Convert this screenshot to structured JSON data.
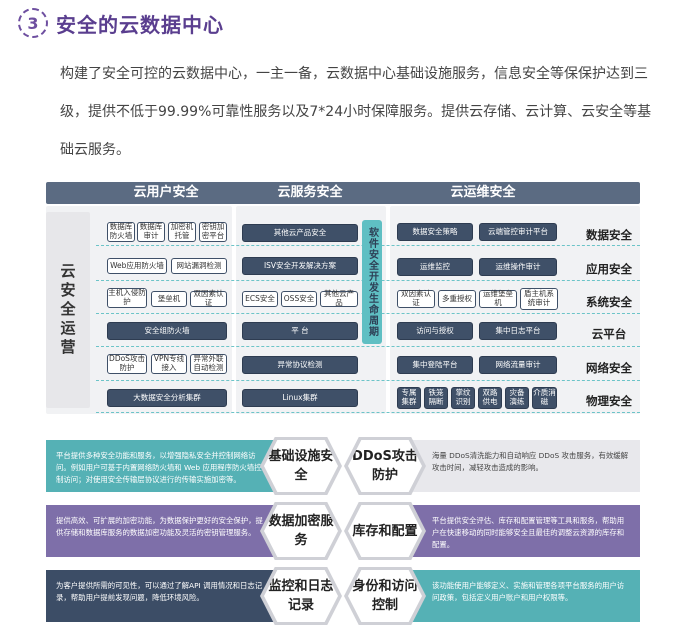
{
  "section": {
    "number": "3",
    "title": "安全的云数据中心",
    "paragraph": "构建了安全可控的云数据中心，一主一备，云数据中心基础设施服务，信息安全等保保护达到三级，提供不低于99.99%可靠性服务以及7*24小时保障服务。提供云存储、云计算、云安全等基础云服务。"
  },
  "diagram": {
    "columns": [
      "云用户安全",
      "云服务安全",
      "云运维安全"
    ],
    "side_label": "云安全运营",
    "vertical_label": "软件安全开发生命周期",
    "user_security": {
      "r1": [
        "数据库防火墙",
        "数据库审计",
        "加密机托管",
        "密钥加密平台"
      ],
      "r2": [
        "Web应用防火墙",
        "网站漏洞检测"
      ],
      "r3": [
        "主机入侵防护",
        "堡垒机",
        "双因素认证"
      ],
      "r4": [
        "安全组防火墙"
      ],
      "r5": [
        "DDoS攻击防护",
        "VPN专线接入",
        "异常外联自动检测"
      ],
      "r6": [
        "大数据安全分析集群"
      ]
    },
    "service_security": {
      "r1": [
        "其他云产品安全"
      ],
      "r2": [
        "ISV安全开发解决方案"
      ],
      "r3": [
        "ECS安全",
        "OSS安全",
        "其他云产品"
      ],
      "r4": [
        "平 台"
      ],
      "r5": [
        "异常协议检测"
      ],
      "r6": [
        "Linux集群"
      ]
    },
    "ops_security": {
      "r1": [
        "数据安全策略",
        "云端管控审计平台"
      ],
      "r2": [
        "运维监控",
        "运维操作审计"
      ],
      "r3": [
        "双因素认证",
        "多重授权",
        "运维堡垒机",
        "盾主机系统审计"
      ],
      "r4": [
        "访问与授权",
        "集中日志平台"
      ],
      "r5": [
        "集中登陆平台",
        "网络流量审计"
      ],
      "r6": [
        "专属集群",
        "铁笼隔断",
        "掌纹识别",
        "双路供电",
        "灾备演练",
        "介质消磁"
      ]
    },
    "row_labels": [
      "数据安全",
      "应用安全",
      "系统安全",
      "云平台",
      "网络安全",
      "物理安全"
    ]
  },
  "features": [
    {
      "left_text": "平台提供多种安全功能和服务，以增强隐私安全并控制网络访问。例如用户可基于内置网络防火墙和 Web 应用程序防火墙控制访问；对使用安全传输层协议进行的传输实施加密等。",
      "left_title": "基础设施安全",
      "right_title": "DDoS攻击防护",
      "right_text": "海量 DDoS清洗能力和自动响应 DDoS 攻击服务，有效缓解攻击时间，减轻攻击造成的影响。"
    },
    {
      "left_text": "提供高效、可扩展的加密功能，为数据保护更好的安全保护，提供存储和数据库服务的数据加密功能及灵活的密钥管理服务。",
      "left_title": "数据加密服务",
      "right_title": "库存和配置",
      "right_text": "平台提供安全评估、库存和配置管理等工具和服务，帮助用户在快速移动的同时能够安全且最佳的调整云资源的库存和配置。"
    },
    {
      "left_text": "为客户提供所需的可见性，可以通过了解API 调用情况和日志记录，帮助用户提前发现问题，降低环境风险。",
      "left_title": "监控和日志记录",
      "right_title": "身份和访问控制",
      "right_text": "该功能使用户能够定义、实施和管理各项平台服务的用户访问政策，包括定义用户账户和用户权限等。"
    }
  ]
}
